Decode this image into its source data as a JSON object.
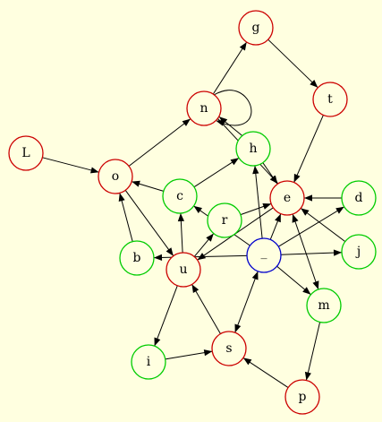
{
  "graph": {
    "directed": true,
    "background": "#ffffe0",
    "colors": {
      "red": "#cc0000",
      "green": "#00cc00",
      "blue": "#0000cc"
    },
    "nodes": [
      {
        "id": "g",
        "label": "g",
        "color": "red"
      },
      {
        "id": "t",
        "label": "t",
        "color": "red"
      },
      {
        "id": "n",
        "label": "n",
        "color": "red"
      },
      {
        "id": "L",
        "label": "L",
        "color": "red"
      },
      {
        "id": "o",
        "label": "o",
        "color": "red"
      },
      {
        "id": "h",
        "label": "h",
        "color": "green"
      },
      {
        "id": "c",
        "label": "c",
        "color": "green"
      },
      {
        "id": "e",
        "label": "e",
        "color": "red"
      },
      {
        "id": "d",
        "label": "d",
        "color": "green"
      },
      {
        "id": "r",
        "label": "r",
        "color": "green"
      },
      {
        "id": "b",
        "label": "b",
        "color": "green"
      },
      {
        "id": "u",
        "label": "u",
        "color": "red"
      },
      {
        "id": "_",
        "label": "_",
        "color": "blue"
      },
      {
        "id": "j",
        "label": "j",
        "color": "green"
      },
      {
        "id": "m",
        "label": "m",
        "color": "green"
      },
      {
        "id": "s",
        "label": "s",
        "color": "red"
      },
      {
        "id": "i",
        "label": "i",
        "color": "green"
      },
      {
        "id": "p",
        "label": "p",
        "color": "red"
      }
    ],
    "edges": [
      {
        "from": "n",
        "to": "g",
        "dir": "forward"
      },
      {
        "from": "g",
        "to": "t",
        "dir": "forward"
      },
      {
        "from": "n",
        "to": "n",
        "dir": "forward",
        "self_loop": true
      },
      {
        "from": "t",
        "to": "e",
        "dir": "forward"
      },
      {
        "from": "n",
        "to": "e",
        "dir": "forward",
        "route": "left"
      },
      {
        "from": "h",
        "to": "n",
        "dir": "forward",
        "route": "right"
      },
      {
        "from": "L",
        "to": "o",
        "dir": "forward"
      },
      {
        "from": "o",
        "to": "n",
        "dir": "forward"
      },
      {
        "from": "c",
        "to": "o",
        "dir": "forward"
      },
      {
        "from": "c",
        "to": "h",
        "dir": "forward"
      },
      {
        "from": "b",
        "to": "o",
        "dir": "forward"
      },
      {
        "from": "o",
        "to": "u",
        "dir": "forward"
      },
      {
        "from": "h",
        "to": "e",
        "dir": "forward"
      },
      {
        "from": "d",
        "to": "e",
        "dir": "forward"
      },
      {
        "from": "r",
        "to": "e",
        "dir": "forward"
      },
      {
        "from": "j",
        "to": "e",
        "dir": "forward"
      },
      {
        "from": "e",
        "to": "u",
        "dir": "forward"
      },
      {
        "from": "e",
        "to": "m",
        "dir": "both"
      },
      {
        "from": "_",
        "to": "e",
        "dir": "forward"
      },
      {
        "from": "_",
        "to": "h",
        "dir": "forward"
      },
      {
        "from": "_",
        "to": "c",
        "dir": "forward"
      },
      {
        "from": "_",
        "to": "b",
        "dir": "forward"
      },
      {
        "from": "_",
        "to": "d",
        "dir": "forward"
      },
      {
        "from": "_",
        "to": "j",
        "dir": "forward"
      },
      {
        "from": "_",
        "to": "m",
        "dir": "forward"
      },
      {
        "from": "_",
        "to": "s",
        "dir": "both"
      },
      {
        "from": "u",
        "to": "c",
        "dir": "forward"
      },
      {
        "from": "u",
        "to": "r",
        "dir": "forward"
      },
      {
        "from": "u",
        "to": "i",
        "dir": "forward"
      },
      {
        "from": "s",
        "to": "u",
        "dir": "forward"
      },
      {
        "from": "i",
        "to": "s",
        "dir": "forward"
      },
      {
        "from": "m",
        "to": "p",
        "dir": "forward"
      },
      {
        "from": "p",
        "to": "s",
        "dir": "forward"
      }
    ]
  }
}
